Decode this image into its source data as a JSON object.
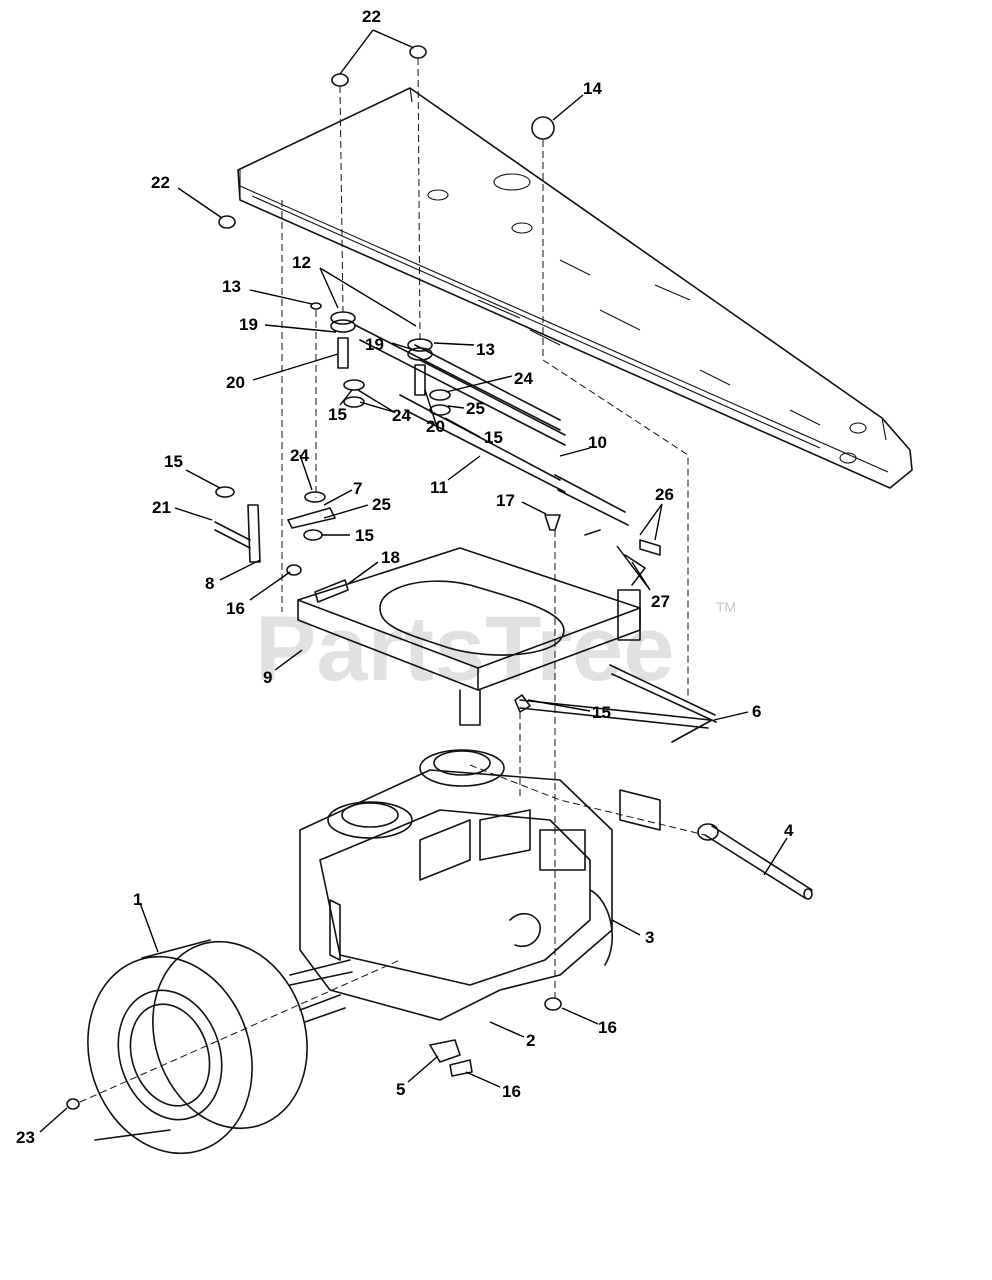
{
  "watermark": {
    "text": "PartsTree",
    "tm": "TM"
  },
  "callouts": [
    {
      "id": "c22a",
      "label": "22"
    },
    {
      "id": "c14",
      "label": "14"
    },
    {
      "id": "c22b",
      "label": "22"
    },
    {
      "id": "c12",
      "label": "12"
    },
    {
      "id": "c13a",
      "label": "13"
    },
    {
      "id": "c19a",
      "label": "19"
    },
    {
      "id": "c20a",
      "label": "20"
    },
    {
      "id": "c19b",
      "label": "19"
    },
    {
      "id": "c13b",
      "label": "13"
    },
    {
      "id": "c24a",
      "label": "24"
    },
    {
      "id": "c25a",
      "label": "25"
    },
    {
      "id": "c15a",
      "label": "15"
    },
    {
      "id": "c24b",
      "label": "24"
    },
    {
      "id": "c15b",
      "label": "15"
    },
    {
      "id": "c20b",
      "label": "20"
    },
    {
      "id": "c10",
      "label": "10"
    },
    {
      "id": "c11",
      "label": "11"
    },
    {
      "id": "c15c",
      "label": "15"
    },
    {
      "id": "c24c",
      "label": "24"
    },
    {
      "id": "c7",
      "label": "7"
    },
    {
      "id": "c25b",
      "label": "25"
    },
    {
      "id": "c21",
      "label": "21"
    },
    {
      "id": "c15d",
      "label": "15"
    },
    {
      "id": "c17",
      "label": "17"
    },
    {
      "id": "c26",
      "label": "26"
    },
    {
      "id": "c8",
      "label": "8"
    },
    {
      "id": "c18",
      "label": "18"
    },
    {
      "id": "c16a",
      "label": "16"
    },
    {
      "id": "c27",
      "label": "27"
    },
    {
      "id": "c9",
      "label": "9"
    },
    {
      "id": "c15e",
      "label": "15"
    },
    {
      "id": "c6",
      "label": "6"
    },
    {
      "id": "c4",
      "label": "4"
    },
    {
      "id": "c1",
      "label": "1"
    },
    {
      "id": "c3",
      "label": "3"
    },
    {
      "id": "c16b",
      "label": "16"
    },
    {
      "id": "c2",
      "label": "2"
    },
    {
      "id": "c5",
      "label": "5"
    },
    {
      "id": "c16c",
      "label": "16"
    },
    {
      "id": "c23",
      "label": "23"
    }
  ]
}
